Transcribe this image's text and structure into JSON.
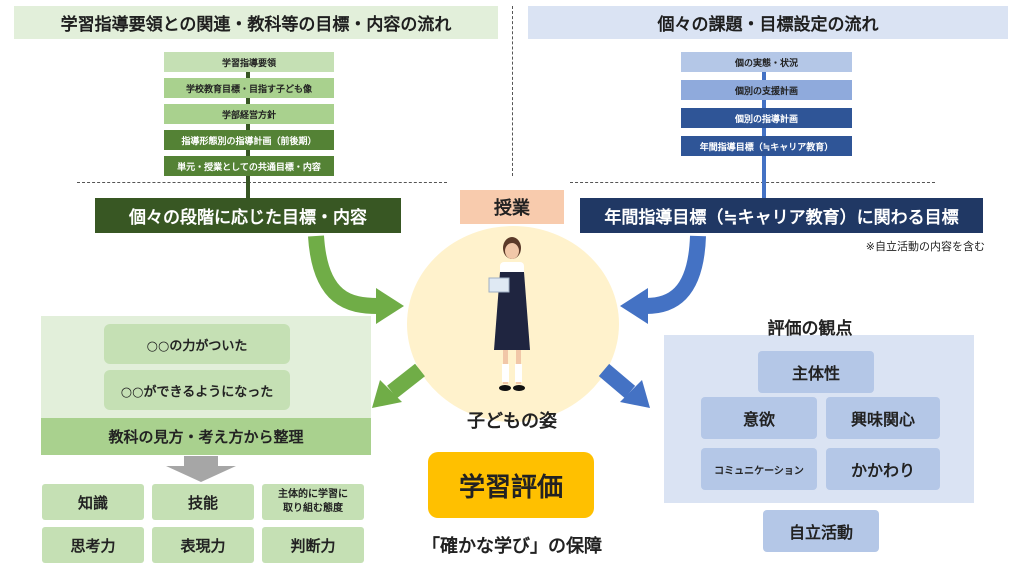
{
  "headers": {
    "left": "学習指導要領との関連・教科等の目標・内容の流れ",
    "right": "個々の課題・目標設定の流れ"
  },
  "left_stack": [
    "学習指導要領",
    "学校教育目標・目指す子ども像",
    "学部経営方針",
    "指導形態別の指導計画（前後期）",
    "単元・授業としての共通目標・内容"
  ],
  "right_stack": [
    "個の実態・状況",
    "個別の支援計画",
    "個別の指導計画",
    "年間指導目標（≒キャリア教育）"
  ],
  "stage": {
    "left": "個々の段階に応じた目標・内容",
    "right": "年間指導目標（≒キャリア教育）に関わる目標",
    "note": "※自立活動の内容を含む"
  },
  "center": {
    "lesson": "授業",
    "child_caption": "子どもの姿",
    "evaluation": "学習評価",
    "assurance": "「確かな学び」の保障"
  },
  "left_panel": {
    "pills": [
      "○○の力がついた",
      "○○ができるようになった"
    ],
    "organize": "教科の見方・考え方から整理",
    "grid": [
      "知識",
      "技能",
      "主体的に学習に取り組む態度",
      "思考力",
      "表現力",
      "判断力"
    ],
    "grid_line_break": [
      "主体的に学習に",
      "取り組む態度"
    ]
  },
  "right_panel": {
    "title": "評価の観点",
    "items": [
      "主体性",
      "意欲",
      "興味関心",
      "コミュニケーション",
      "かかわり"
    ],
    "self_reliance": "自立活動"
  },
  "colors": {
    "green_dark": "#385723",
    "green_mid": "#548235",
    "green_light": "#a9d18e",
    "green_pale": "#e2efda",
    "blue_dark": "#203864",
    "blue_mid": "#2f5597",
    "blue_light": "#b4c7e7",
    "blue_pale": "#dae3f3",
    "arrow_green": "#70ad47",
    "arrow_blue": "#4472c4",
    "gold": "#ffc000",
    "peach": "#f8cbad",
    "cream": "#fff2cc"
  }
}
